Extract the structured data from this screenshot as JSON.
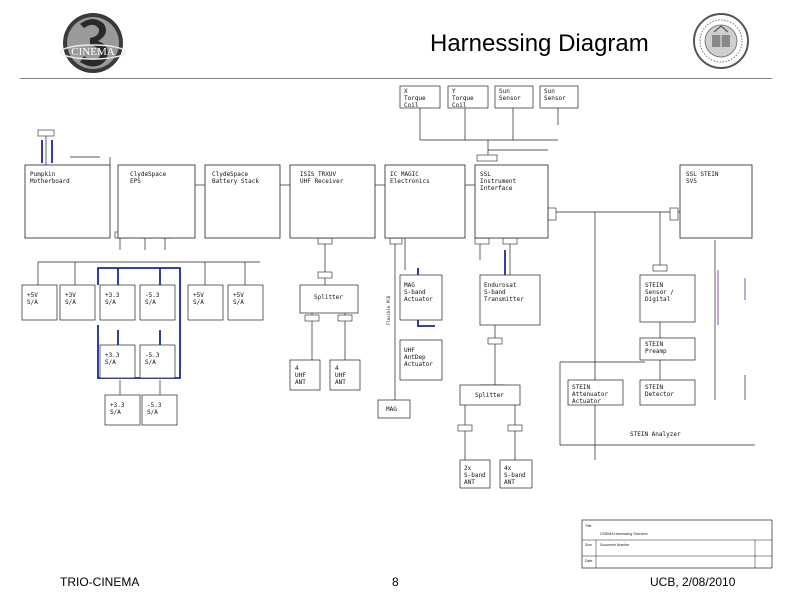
{
  "header": {
    "title": "Harnessing Diagram"
  },
  "logos": {
    "left_text": "CINEMA"
  },
  "footer": {
    "left": "TRIO-CINEMA",
    "center": "8",
    "right": "UCB, 2/08/2010"
  },
  "colors": {
    "harness_blue": "#1a2a9a",
    "line": "#222222",
    "accent_purple": "#8a4fb0"
  },
  "blocks": {
    "x_torque": "X\nTorque\nCoil",
    "y_torque": "Y\nTorque\nCoil",
    "sun_sensor_1": "Sun\nSensor",
    "sun_sensor_2": "Sun\nSensor",
    "pumpkin": "Pumpkin\nMotherboard",
    "clyde_eps": "ClydeSpace\nEPS",
    "clyde_batt": "ClydeSpace\nBattery Stack",
    "isis": "ISIS TRXUV\nUHF Receiver",
    "magic": "IC MAGIC\nElectronics",
    "ssl_interface": "SSL\nInstrument\nInterface",
    "ssl_stein_svs": "SSL STEIN\nSVS",
    "splitter_1": "Splitter",
    "splitter_2": "Splitter",
    "mag_actuator": "MAG\nS-band\nActuator",
    "sband_tx": "Endurosat\nS-band\nTransmitter",
    "uhf_deploy": "UHF\nAntDep\nActuator",
    "stein_digital": "STEIN\nSensor /\nDigital",
    "stein_preamp": "STEIN\nPreamp",
    "stein_attenuator": "STEIN\nAttenuator\nActuator",
    "stein_detector": "STEIN\nDetector",
    "uhf_ant_1": "4\nUHF\nANT",
    "uhf_ant_2": "4\nUHF\nANT",
    "sband_ant_1": "2x\nS-band\nANT",
    "sband_ant_2": "4x\nS-band\nANT",
    "mag_label": "MAG",
    "pcb_label": "Flexible PCB",
    "pp_1": "+5V\nS/A",
    "pp_2": "+3V\nS/A",
    "pp_3": "+3.3\nS/A",
    "pp_4": "-5.3\nS/A",
    "pp_5": "+5V\nS/A",
    "pp_6": "+5V\nS/A",
    "pp_7": "+3.3\nS/A",
    "pp_8": "-5.3\nS/A",
    "pp_9": "+3.3\nS/A",
    "pp_10": "-5.3\nS/A",
    "stein_sensor_label": "STEIN Analyzer"
  },
  "title_block": {
    "r1": "Title",
    "r1v": "CINEMA Harnessing Overview",
    "r2": "Size",
    "r2v": "Document Number",
    "r3": "Date"
  }
}
